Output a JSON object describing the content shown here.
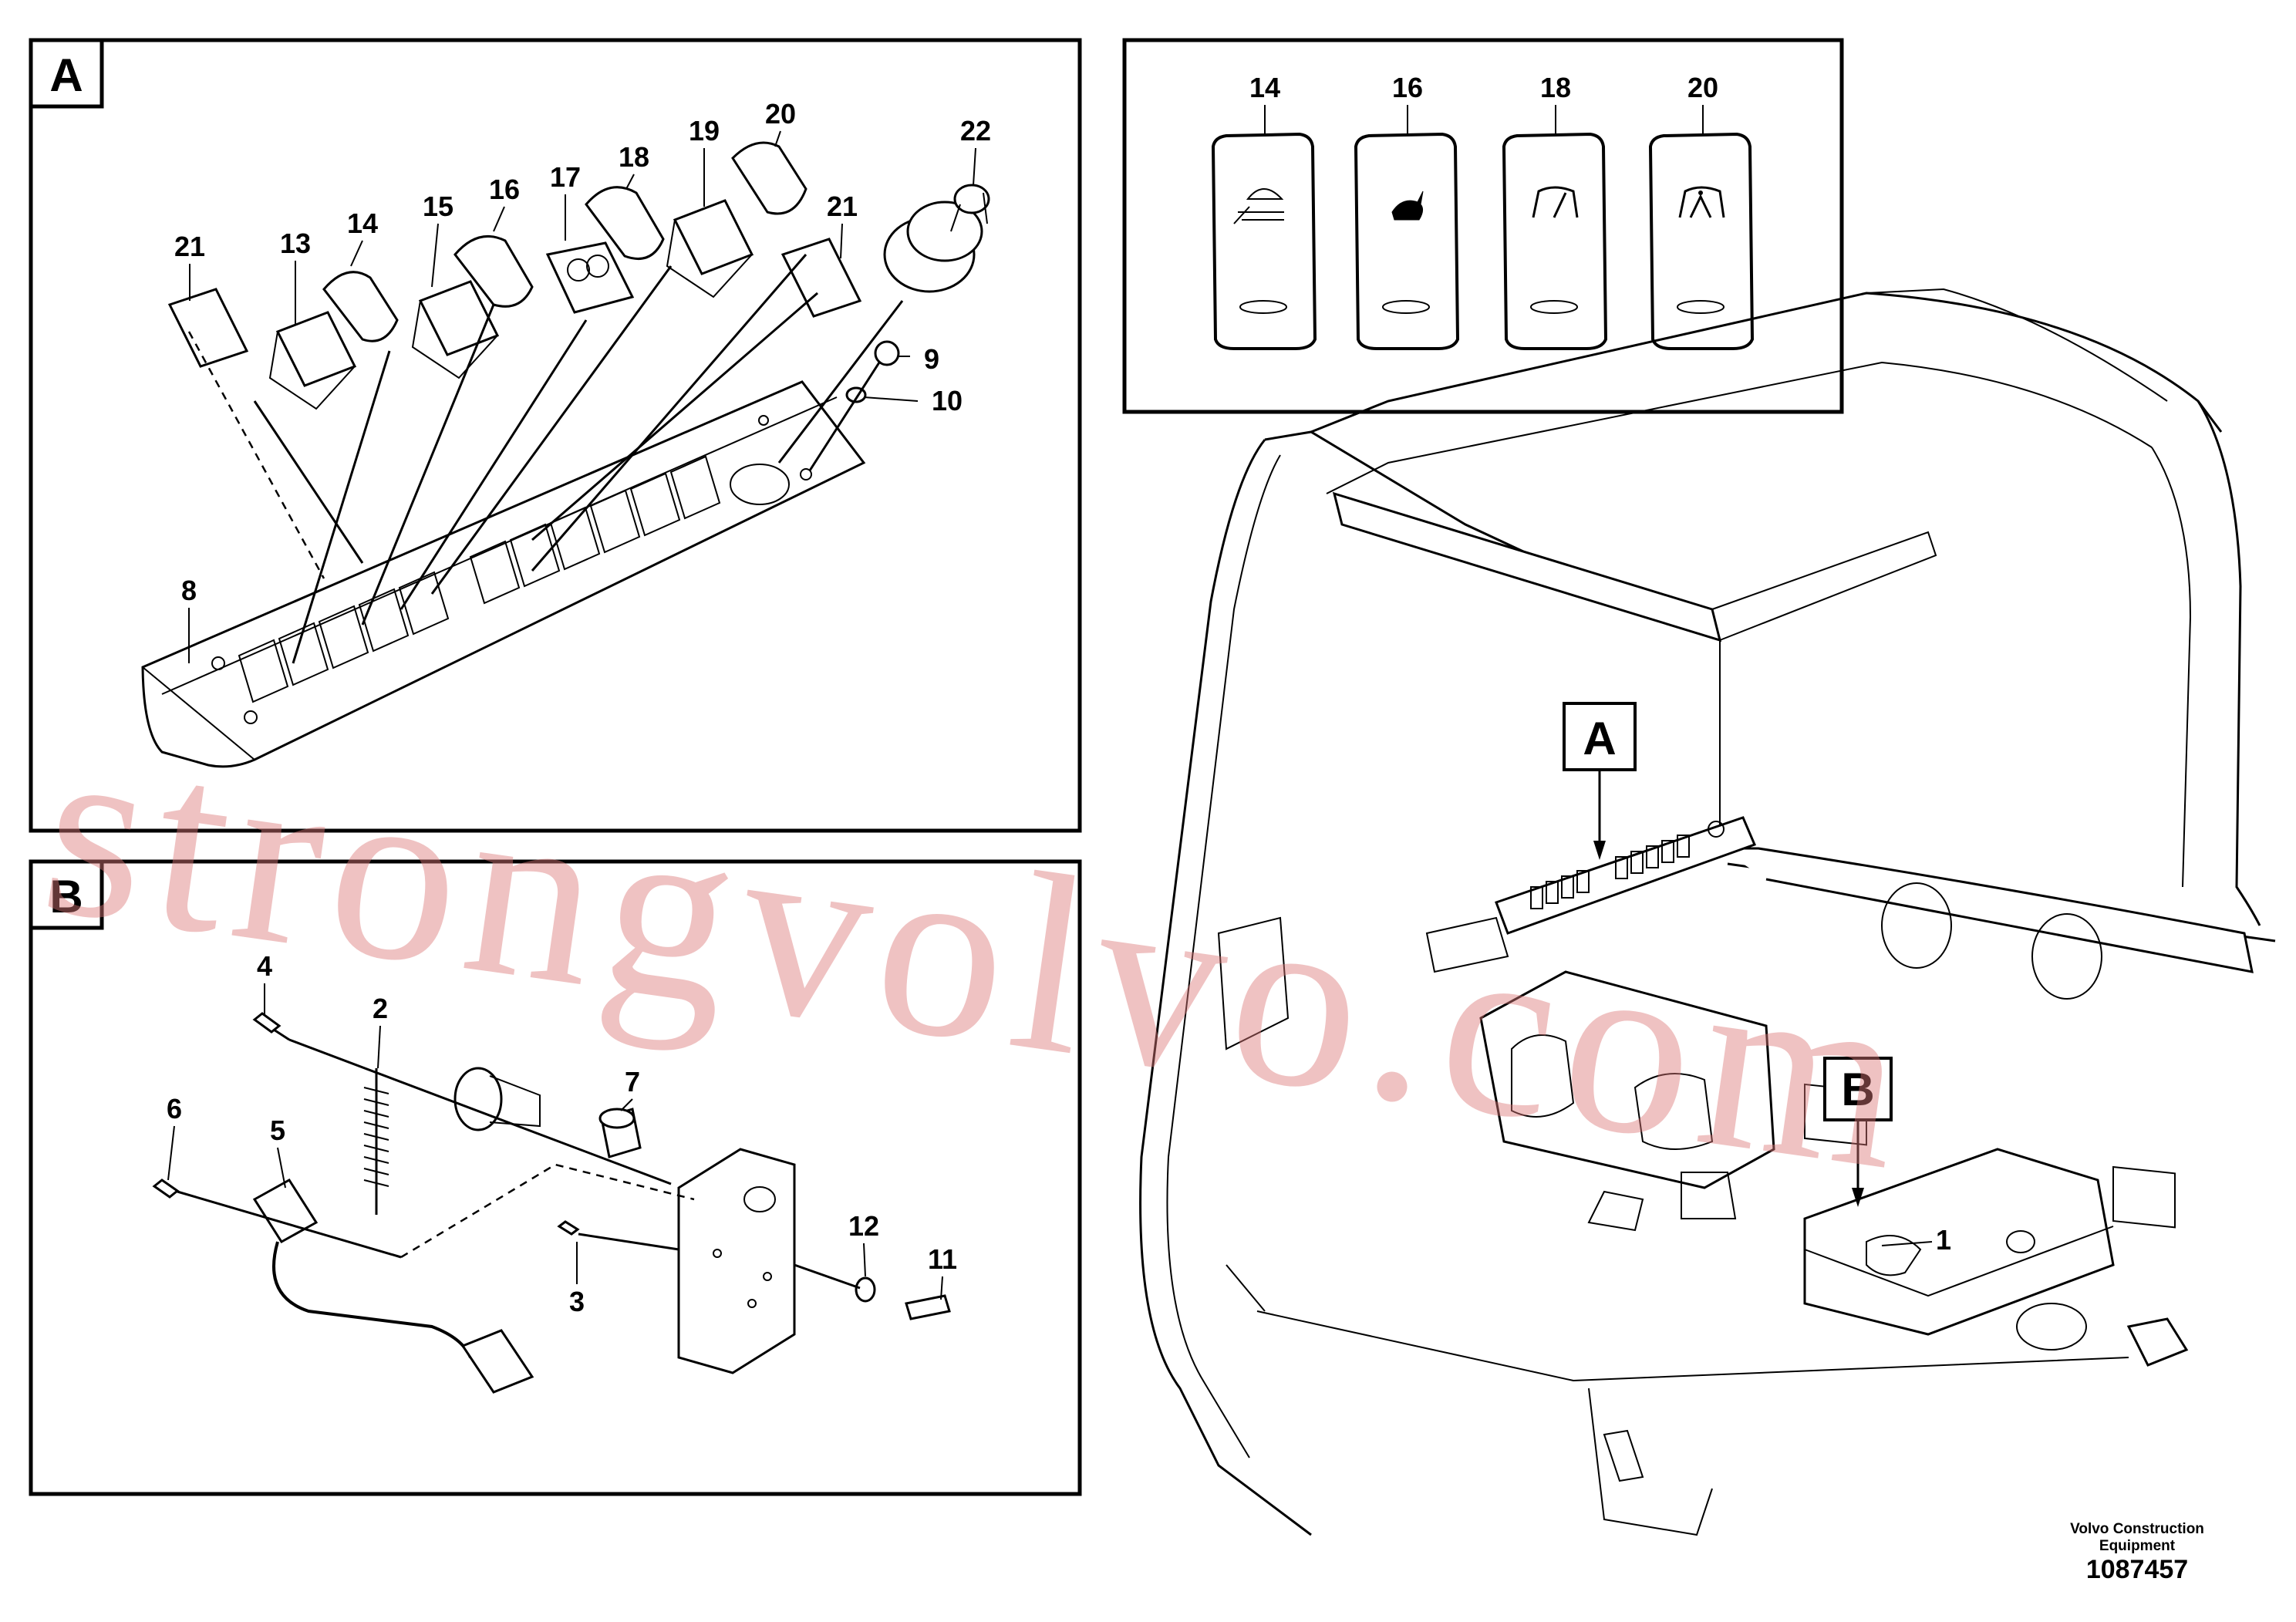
{
  "panels": {
    "a": {
      "letter": "A"
    },
    "b": {
      "letter": "B"
    }
  },
  "callouts": {
    "panel_a": [
      "21",
      "13",
      "14",
      "15",
      "16",
      "17",
      "18",
      "19",
      "20",
      "21",
      "22",
      "9",
      "10",
      "8"
    ],
    "panel_b": [
      "4",
      "2",
      "6",
      "5",
      "7",
      "12",
      "11",
      "3"
    ],
    "switch_detail": [
      "14",
      "16",
      "18",
      "20"
    ],
    "cab": [
      "A",
      "B",
      "1"
    ]
  },
  "switch_icons": [
    "work-light-icon",
    "rabbit-speed-icon",
    "wiper-icon",
    "washer-wiper-icon"
  ],
  "footer": {
    "brand_line1": "Volvo Construction",
    "brand_line2": "Equipment",
    "part_number": "1087457"
  },
  "watermark": "strongvolvo.com"
}
